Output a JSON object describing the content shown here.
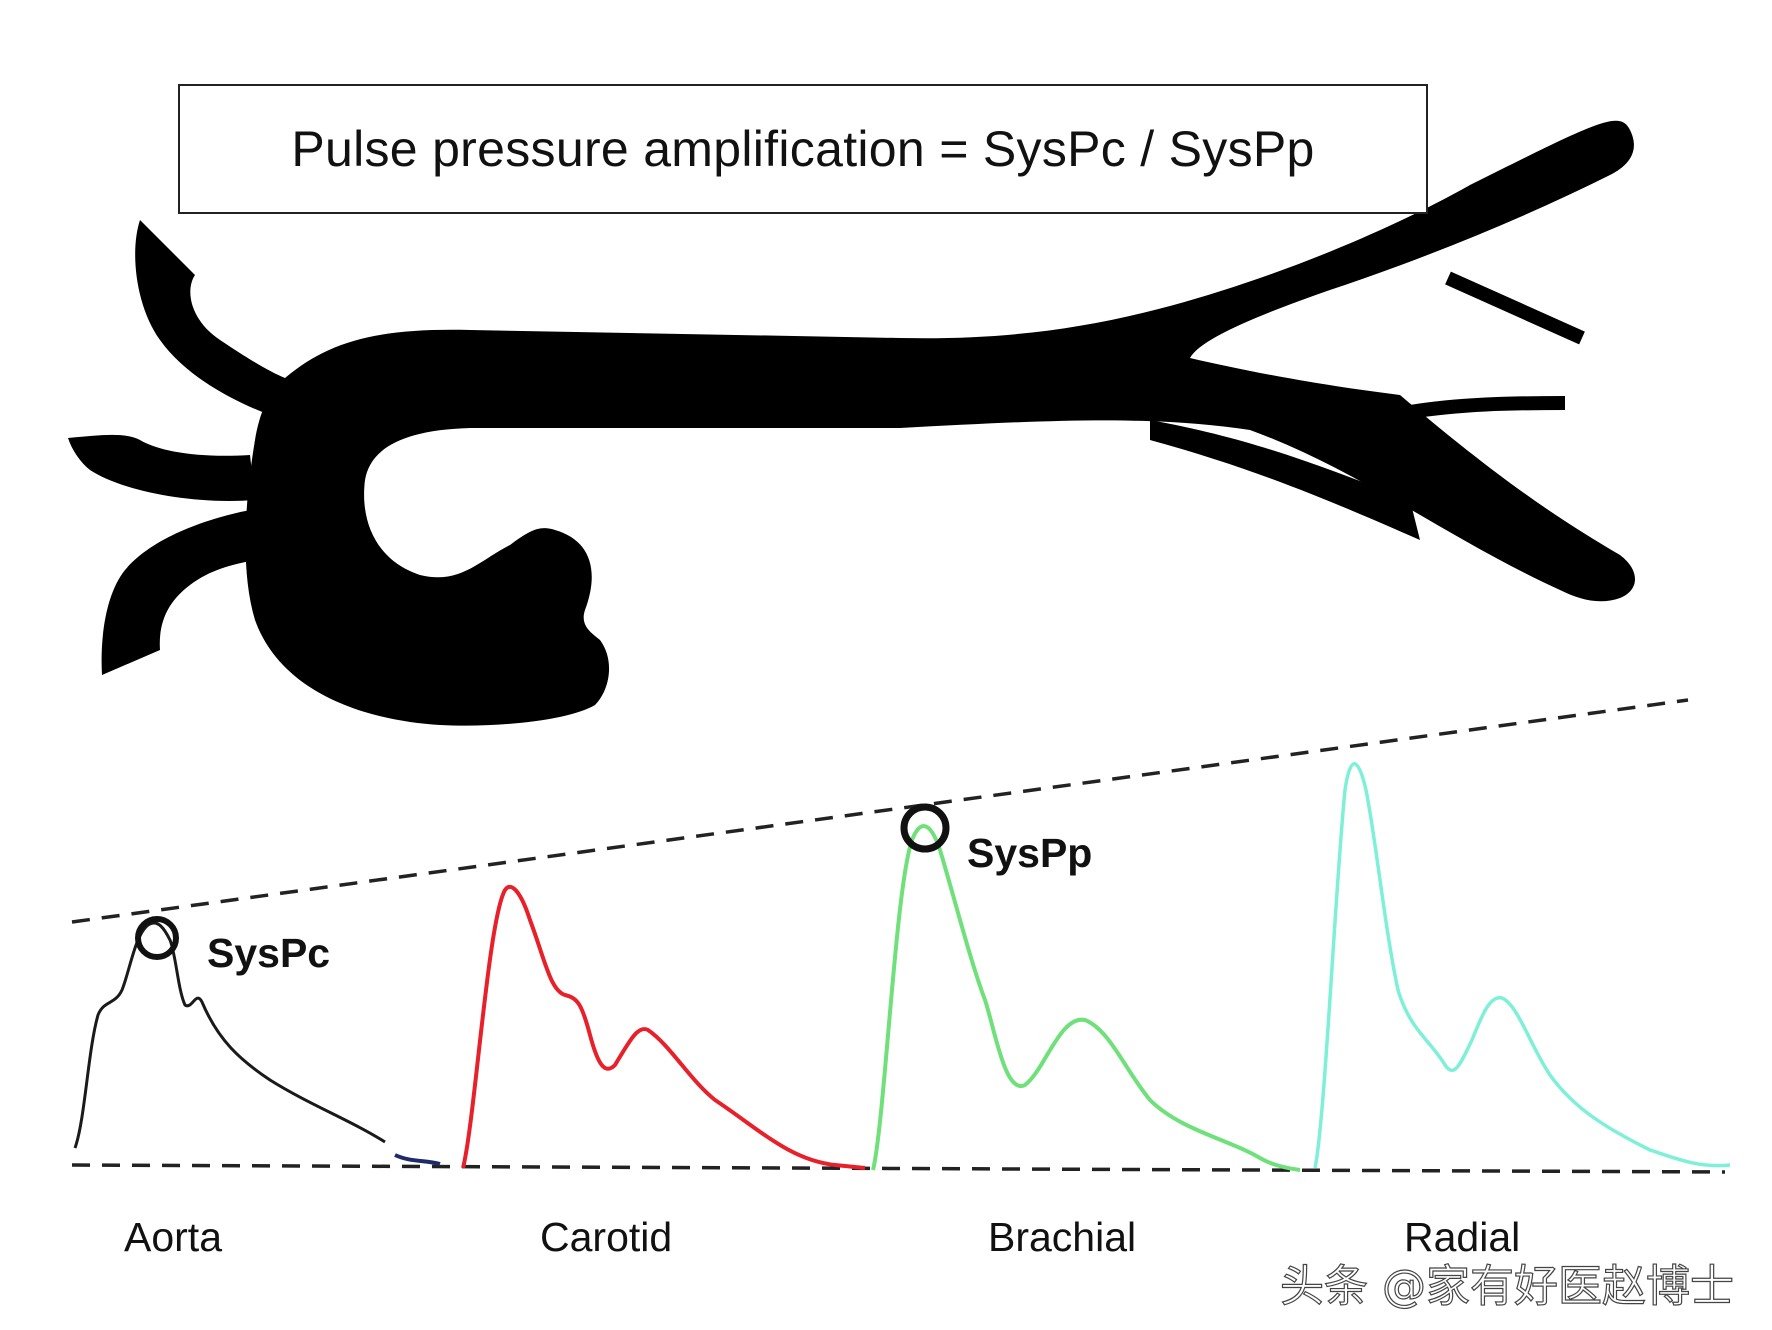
{
  "formula": "Pulse pressure amplification = SysPc / SysPp",
  "labels": {
    "sys_pc": "SysPc",
    "sys_pp": "SysPp",
    "aorta": "Aorta",
    "carotid": "Carotid",
    "brachial": "Brachial",
    "radial": "Radial"
  },
  "watermark": "头条 @家有好医赵博士",
  "waveforms": [
    {
      "vessel": "Aorta",
      "color": "#1a1a1a"
    },
    {
      "vessel": "Carotid",
      "color": "#e8202a"
    },
    {
      "vessel": "Brachial",
      "color": "#6fe07a"
    },
    {
      "vessel": "Radial",
      "color": "#7ef0d8"
    }
  ],
  "colors": {
    "artery": "#000000",
    "guide_line": "#222222",
    "background": "#ffffff"
  }
}
